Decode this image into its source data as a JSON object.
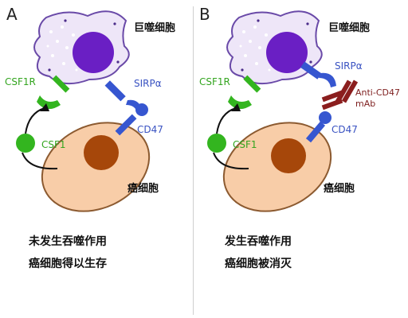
{
  "panels": [
    {
      "letter": "A",
      "macrophage_label": "巨噬细胞",
      "cancer_label": "癌细胞",
      "csf1r_label": "CSF1R",
      "csf1_label": "CSF1",
      "sirpa_label": "SIRPα",
      "cd47_label": "CD47",
      "caption_line1": "未发生吞噬作用",
      "caption_line2": "癌细胞得以生存"
    },
    {
      "letter": "B",
      "macrophage_label": "巨噬细胞",
      "cancer_label": "癌细胞",
      "csf1r_label": "CSF1R",
      "csf1_label": "CSF1",
      "sirpa_label": "SIRPα",
      "cd47_label": "CD47",
      "antibody_label_line1": "Anti-CD47",
      "antibody_label_line2": "mAb",
      "caption_line1": "发生吞噬作用",
      "caption_line2": "癌细胞被消灭"
    }
  ],
  "colors": {
    "macrophage_fill": "#eee6f8",
    "macrophage_stroke": "#6a4aa8",
    "macrophage_nucleus": "#6a1fc4",
    "cancer_fill": "#f8cda8",
    "cancer_stroke": "#8c5a30",
    "cancer_nucleus": "#a6470a",
    "csf1_green": "#33b51f",
    "receptor_blue": "#3656d0",
    "antibody_red": "#8b1e1e"
  }
}
